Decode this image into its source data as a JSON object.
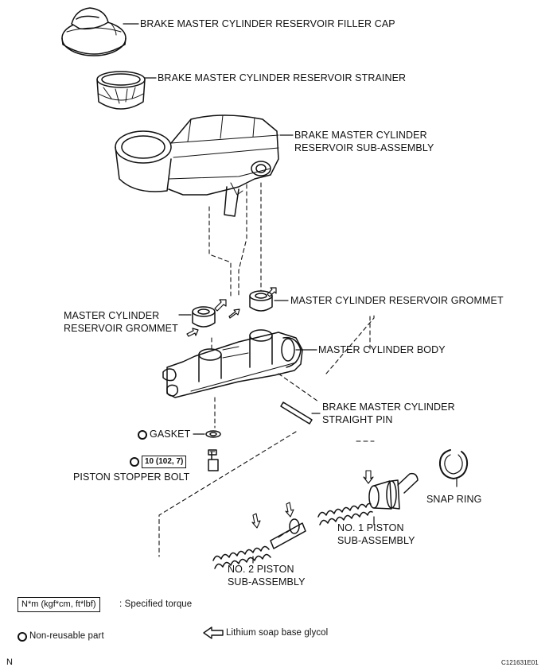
{
  "labels": {
    "filler_cap": "BRAKE MASTER CYLINDER RESERVOIR FILLER CAP",
    "strainer": "BRAKE MASTER CYLINDER RESERVOIR STRAINER",
    "reservoir_line1": "BRAKE MASTER CYLINDER",
    "reservoir_line2": "RESERVOIR SUB-ASSEMBLY",
    "grommet_right": "MASTER CYLINDER RESERVOIR GROMMET",
    "grommet_left_line1": "MASTER CYLINDER",
    "grommet_left_line2": "RESERVOIR GROMMET",
    "body": "MASTER CYLINDER BODY",
    "straight_pin_line1": "BRAKE MASTER CYLINDER",
    "straight_pin_line2": "STRAIGHT PIN",
    "gasket": "GASKET",
    "stopper_bolt": "PISTON STOPPER BOLT",
    "snap_ring": "SNAP RING",
    "piston1_line1": "NO. 1 PISTON",
    "piston1_line2": "SUB-ASSEMBLY",
    "piston2_line1": "NO. 2 PISTON",
    "piston2_line2": "SUB-ASSEMBLY"
  },
  "torque": {
    "value": "10 (102, 7)"
  },
  "legend": {
    "torque_box": "N*m (kgf*cm, ft*lbf)",
    "torque_text": ": Specified torque",
    "nonreusable_text": "Non-reusable part",
    "grease_text": "Lithium soap base glycol"
  },
  "footer": {
    "left_mark": "N",
    "figure_code": "C121631E01"
  }
}
